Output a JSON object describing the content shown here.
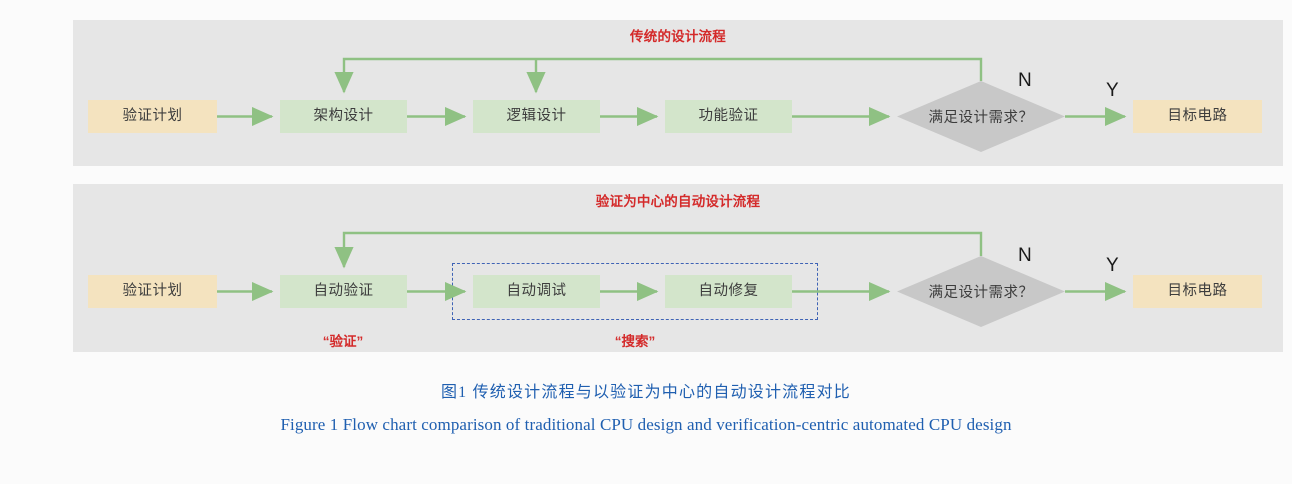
{
  "figure": {
    "caption_cn": "图1    传统设计流程与以验证为中心的自动设计流程对比",
    "caption_en": "Figure 1    Flow chart comparison of traditional CPU design and verification-centric automated CPU design",
    "colors": {
      "panel_bg": "#e6e6e6",
      "process_box": "#d3e5cb",
      "terminal_box": "#f4e3bf",
      "decision_box": "#c8c8c8",
      "arrow": "#8fc183",
      "title_red": "#d42a2a",
      "dashed_blue": "#3f63b5",
      "caption_blue": "#1f5fb0"
    }
  },
  "panels": [
    {
      "id": "traditional",
      "title": "传统的设计流程",
      "nodes": [
        {
          "id": "plan",
          "label": "验证计划",
          "type": "terminal"
        },
        {
          "id": "arch",
          "label": "架构设计",
          "type": "process"
        },
        {
          "id": "logic",
          "label": "逻辑设计",
          "type": "process"
        },
        {
          "id": "funcver",
          "label": "功能验证",
          "type": "process"
        },
        {
          "id": "decision",
          "label": "满足设计需求？",
          "type": "decision"
        },
        {
          "id": "target",
          "label": "目标电路",
          "type": "terminal"
        }
      ],
      "branches": {
        "no": "N",
        "yes": "Y"
      }
    },
    {
      "id": "automated",
      "title": "验证为中心的自动设计流程",
      "nodes": [
        {
          "id": "plan",
          "label": "验证计划",
          "type": "terminal"
        },
        {
          "id": "autover",
          "label": "自动验证",
          "type": "process"
        },
        {
          "id": "autodbg",
          "label": "自动调试",
          "type": "process"
        },
        {
          "id": "autofix",
          "label": "自动修复",
          "type": "process"
        },
        {
          "id": "decision",
          "label": "满足设计需求？",
          "type": "decision"
        },
        {
          "id": "target",
          "label": "目标电路",
          "type": "terminal"
        }
      ],
      "branches": {
        "no": "N",
        "yes": "Y"
      },
      "group_labels": [
        {
          "id": "verify",
          "label": "“验证”"
        },
        {
          "id": "search",
          "label": "“搜索”"
        }
      ]
    }
  ]
}
